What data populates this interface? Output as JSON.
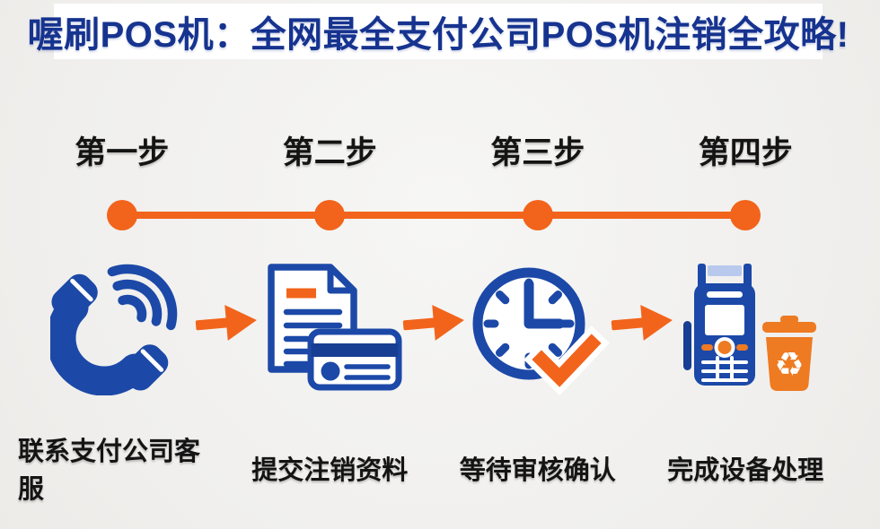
{
  "banner": {
    "title": "喔刷POS机：全网最全支付公司POS机注销全攻略!"
  },
  "steps": [
    {
      "step_label": "第一步",
      "caption": "联系支付公司客服",
      "icon": "phone-call-icon"
    },
    {
      "step_label": "第二步",
      "caption": "提交注销资料",
      "icon": "document-card-icon"
    },
    {
      "step_label": "第三步",
      "caption": "等待审核确认",
      "icon": "clock-check-icon"
    },
    {
      "step_label": "第四步",
      "caption": "完成设备处理",
      "icon": "pos-recycle-icon"
    }
  ],
  "timeline": {
    "dots": 4
  },
  "arrows": {
    "count": 3,
    "direction": "right"
  },
  "colors": {
    "title_blue": "#16338f",
    "icon_blue": "#1c49a8",
    "icon_blue_dark": "#173e92",
    "accent_orange": "#f2641b",
    "bin_orange": "#ee7a22",
    "paper_light_blue": "#b9c9ee",
    "banner_background": "#ffffff",
    "page_background": "#f1f1ef",
    "text_black": "#141414"
  }
}
